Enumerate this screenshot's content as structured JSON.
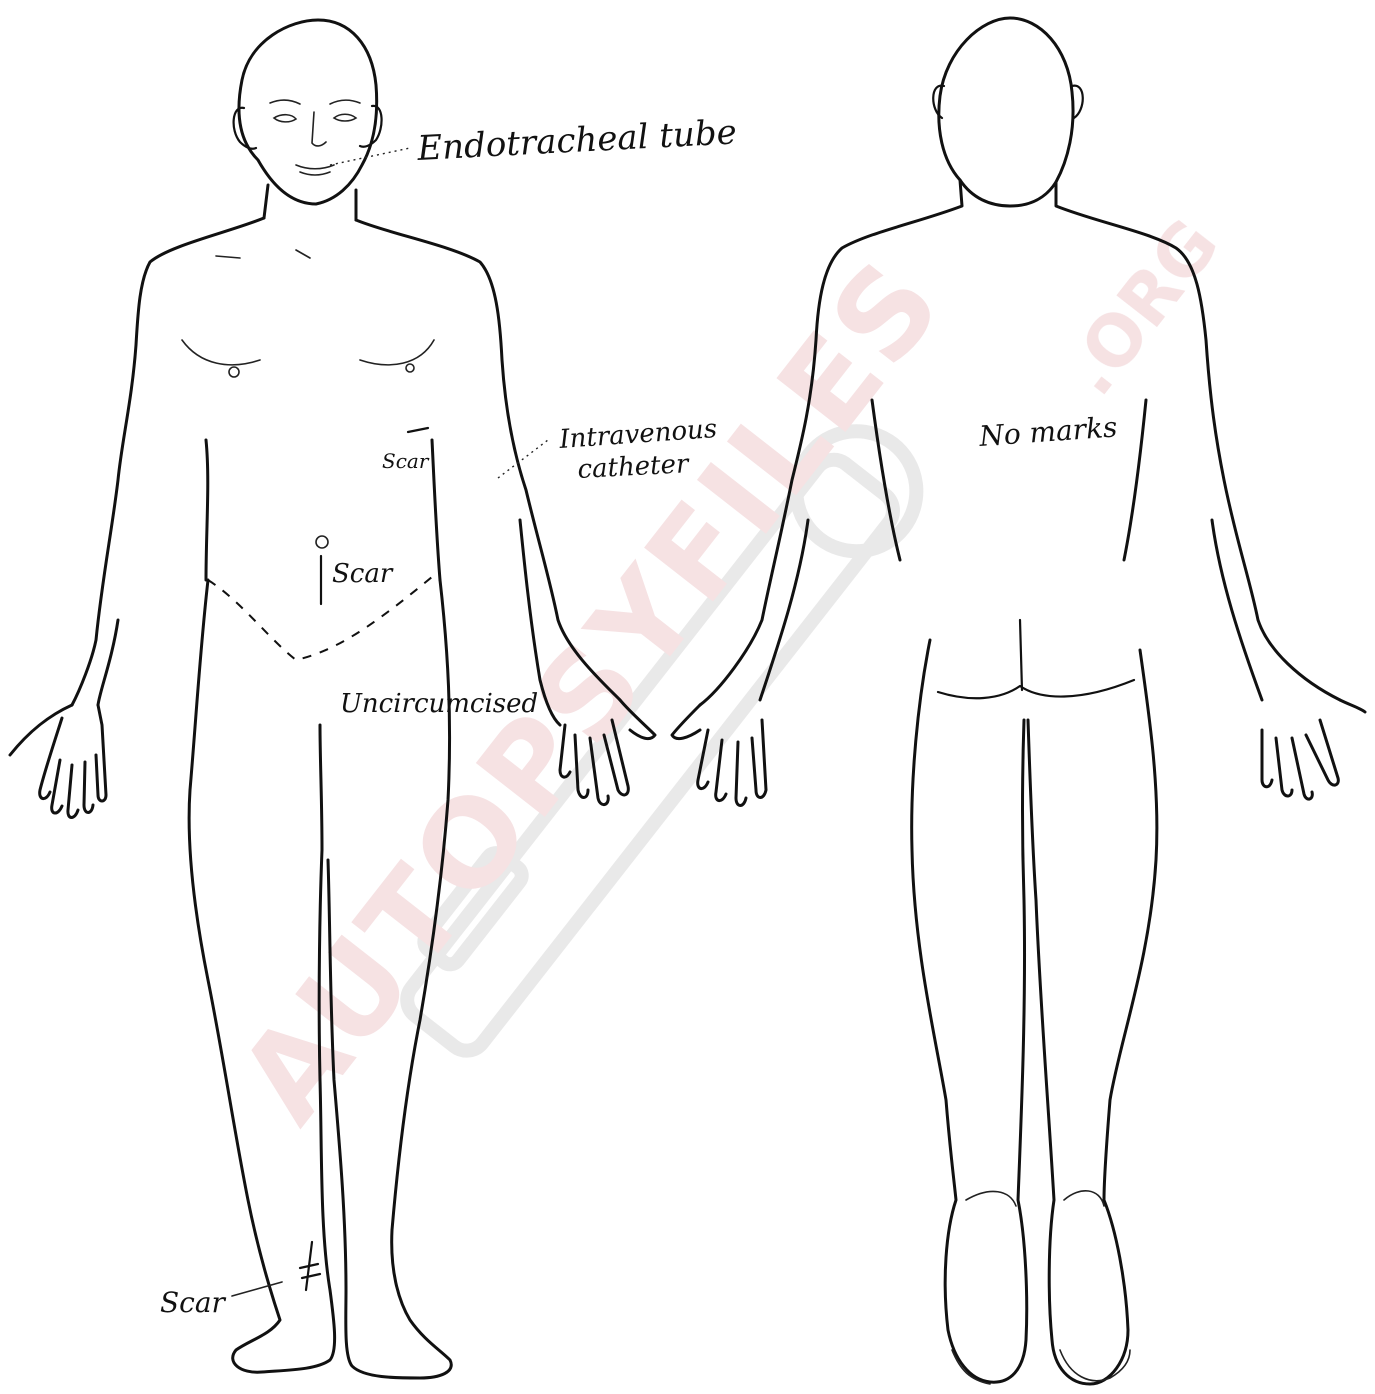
{
  "annotations": {
    "endotracheal": "Endotracheal tube",
    "iv_line1": "Intravenous",
    "iv_line2": "catheter",
    "scar_chest": "Scar",
    "scar_abdomen": "Scar",
    "uncircumcised": "Uncircumcised",
    "scar_ankle": "Scar",
    "back_note": "No marks"
  },
  "watermark": {
    "text": "AUTOPSYFILES",
    "suffix": ".ORG",
    "color": "#b51f2a"
  }
}
